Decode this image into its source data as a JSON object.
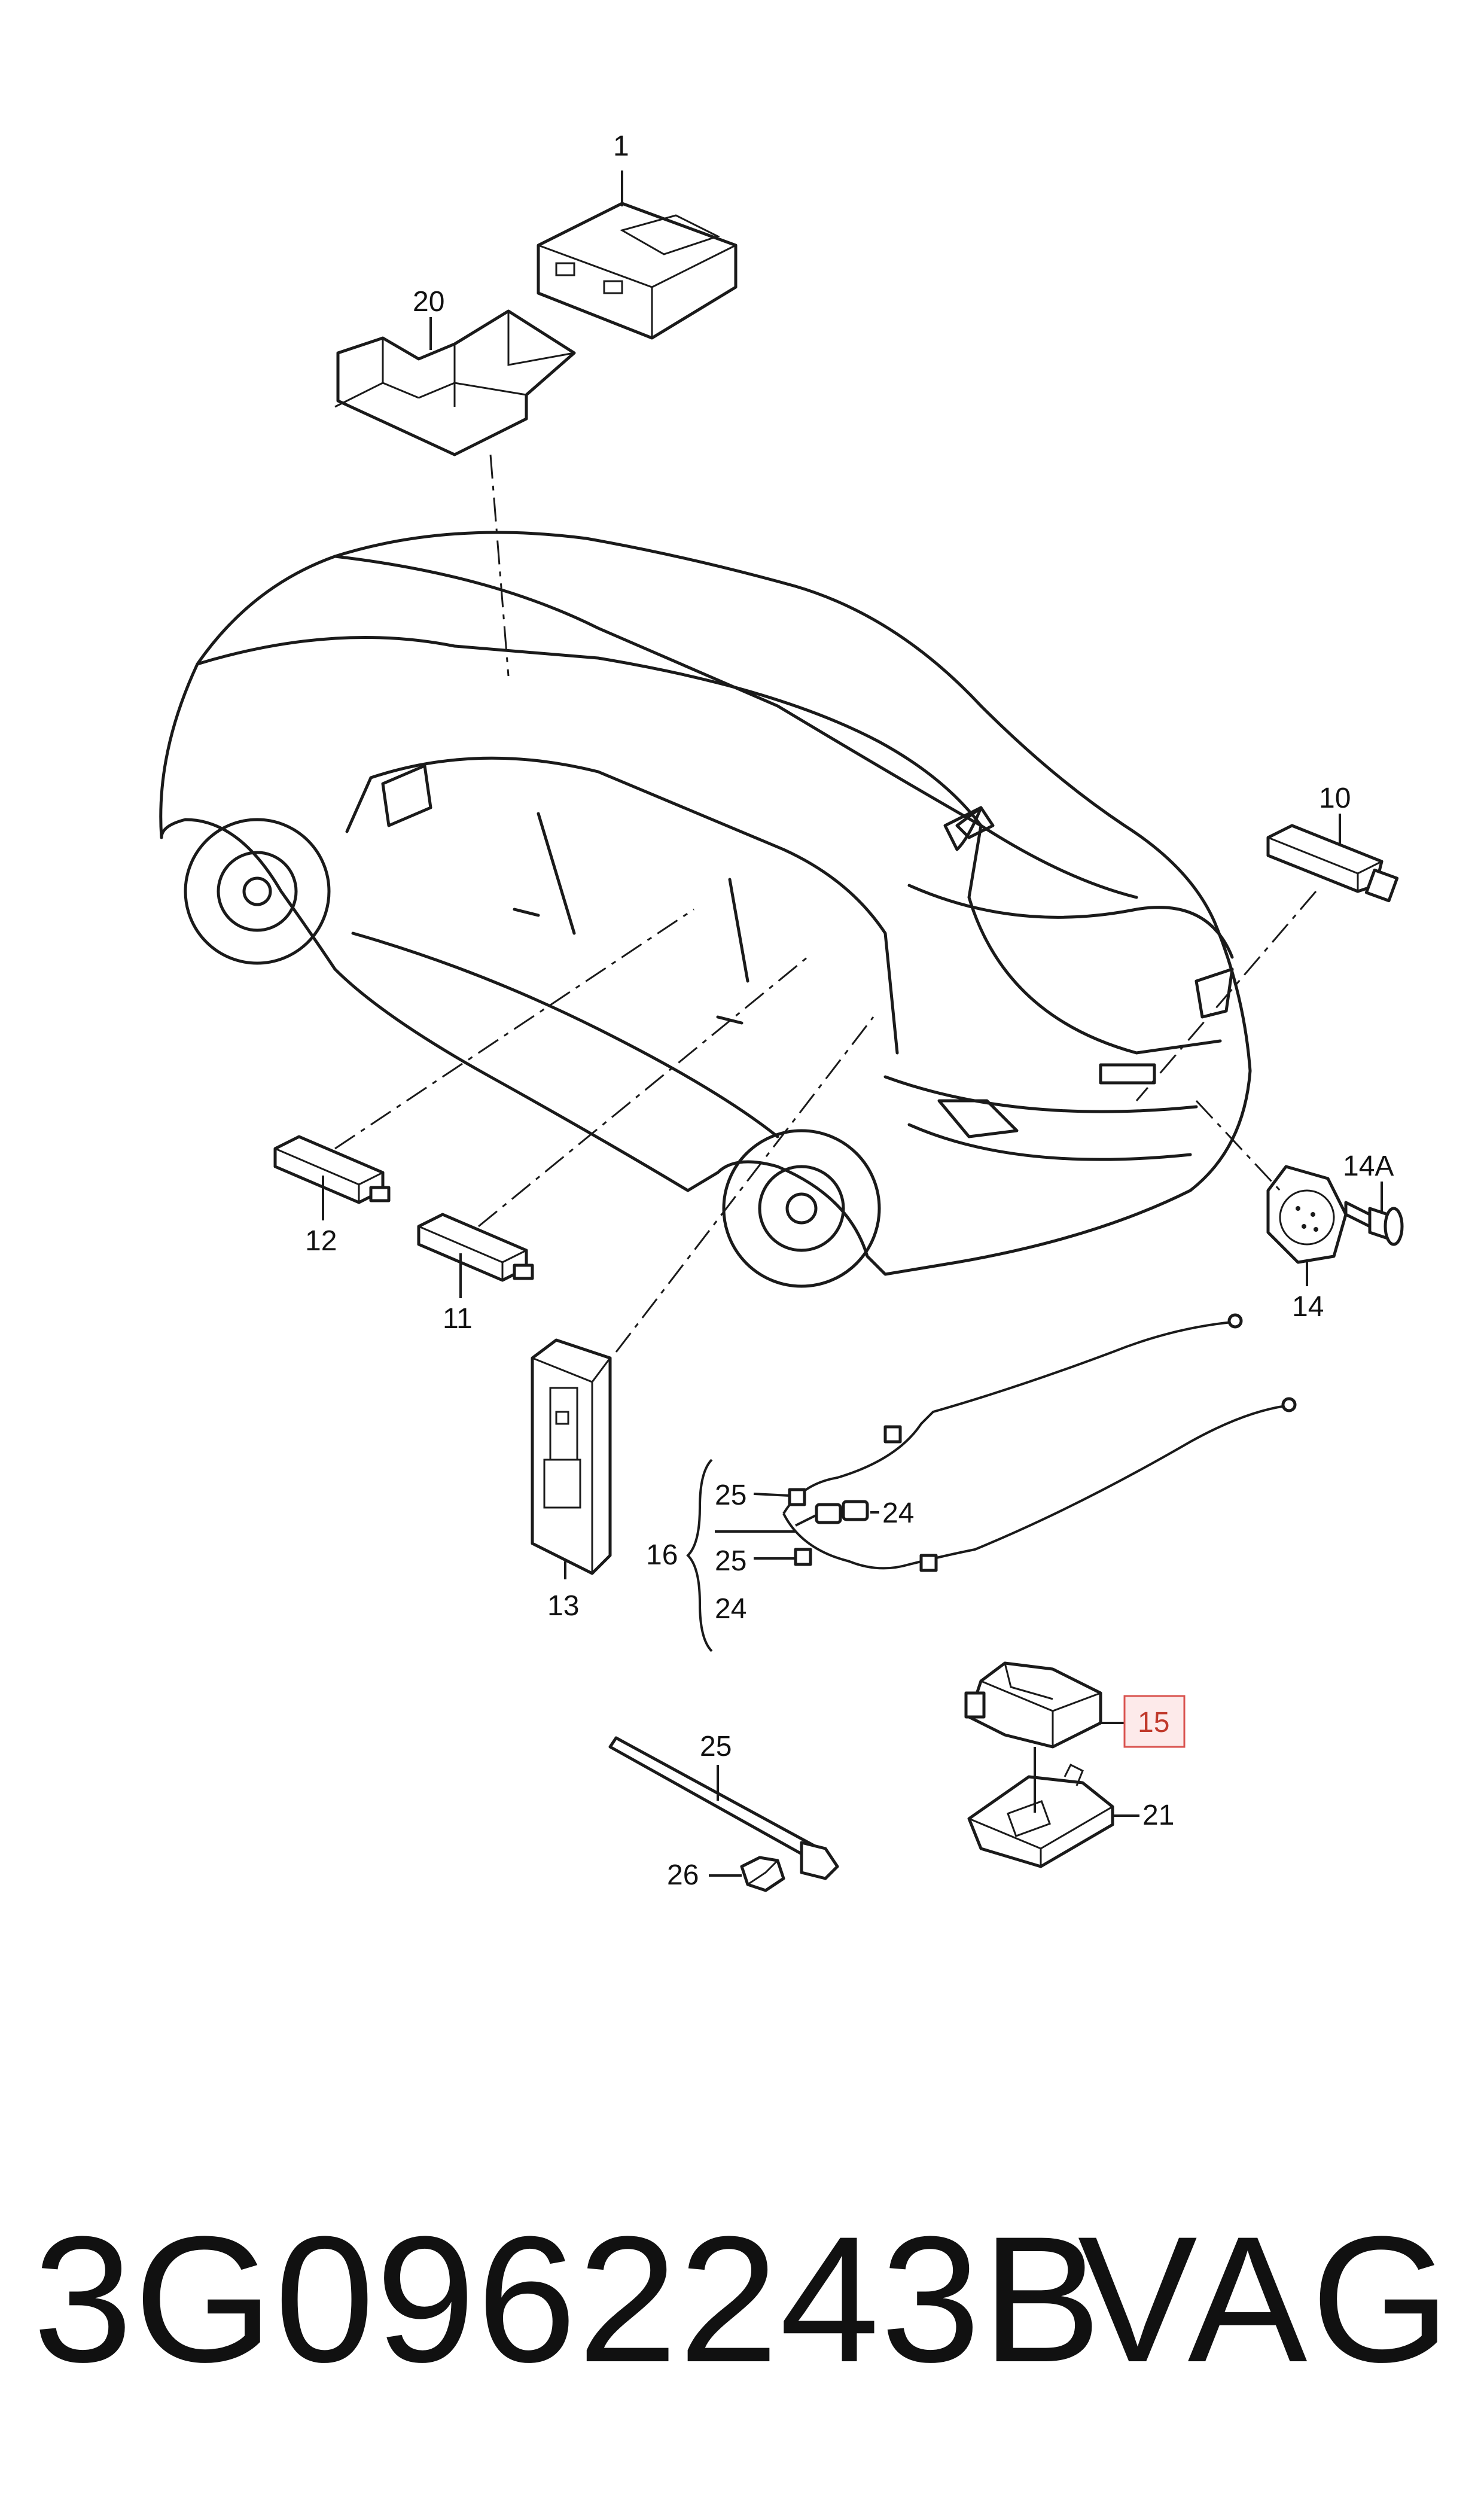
{
  "callouts": {
    "c1": "1",
    "c20": "20",
    "c10": "10",
    "c14a": "14A",
    "c12": "12",
    "c11": "11",
    "c14": "14",
    "c13": "13",
    "c25a": "25",
    "c24a": "24",
    "c16": "16",
    "c25b": "25",
    "c24b": "24",
    "c15": "15",
    "c25c": "25",
    "c21": "21",
    "c26": "26"
  },
  "highlight_color": "#d9534f",
  "footer": {
    "part_number": "3G0962243B",
    "brand": "VAG"
  }
}
